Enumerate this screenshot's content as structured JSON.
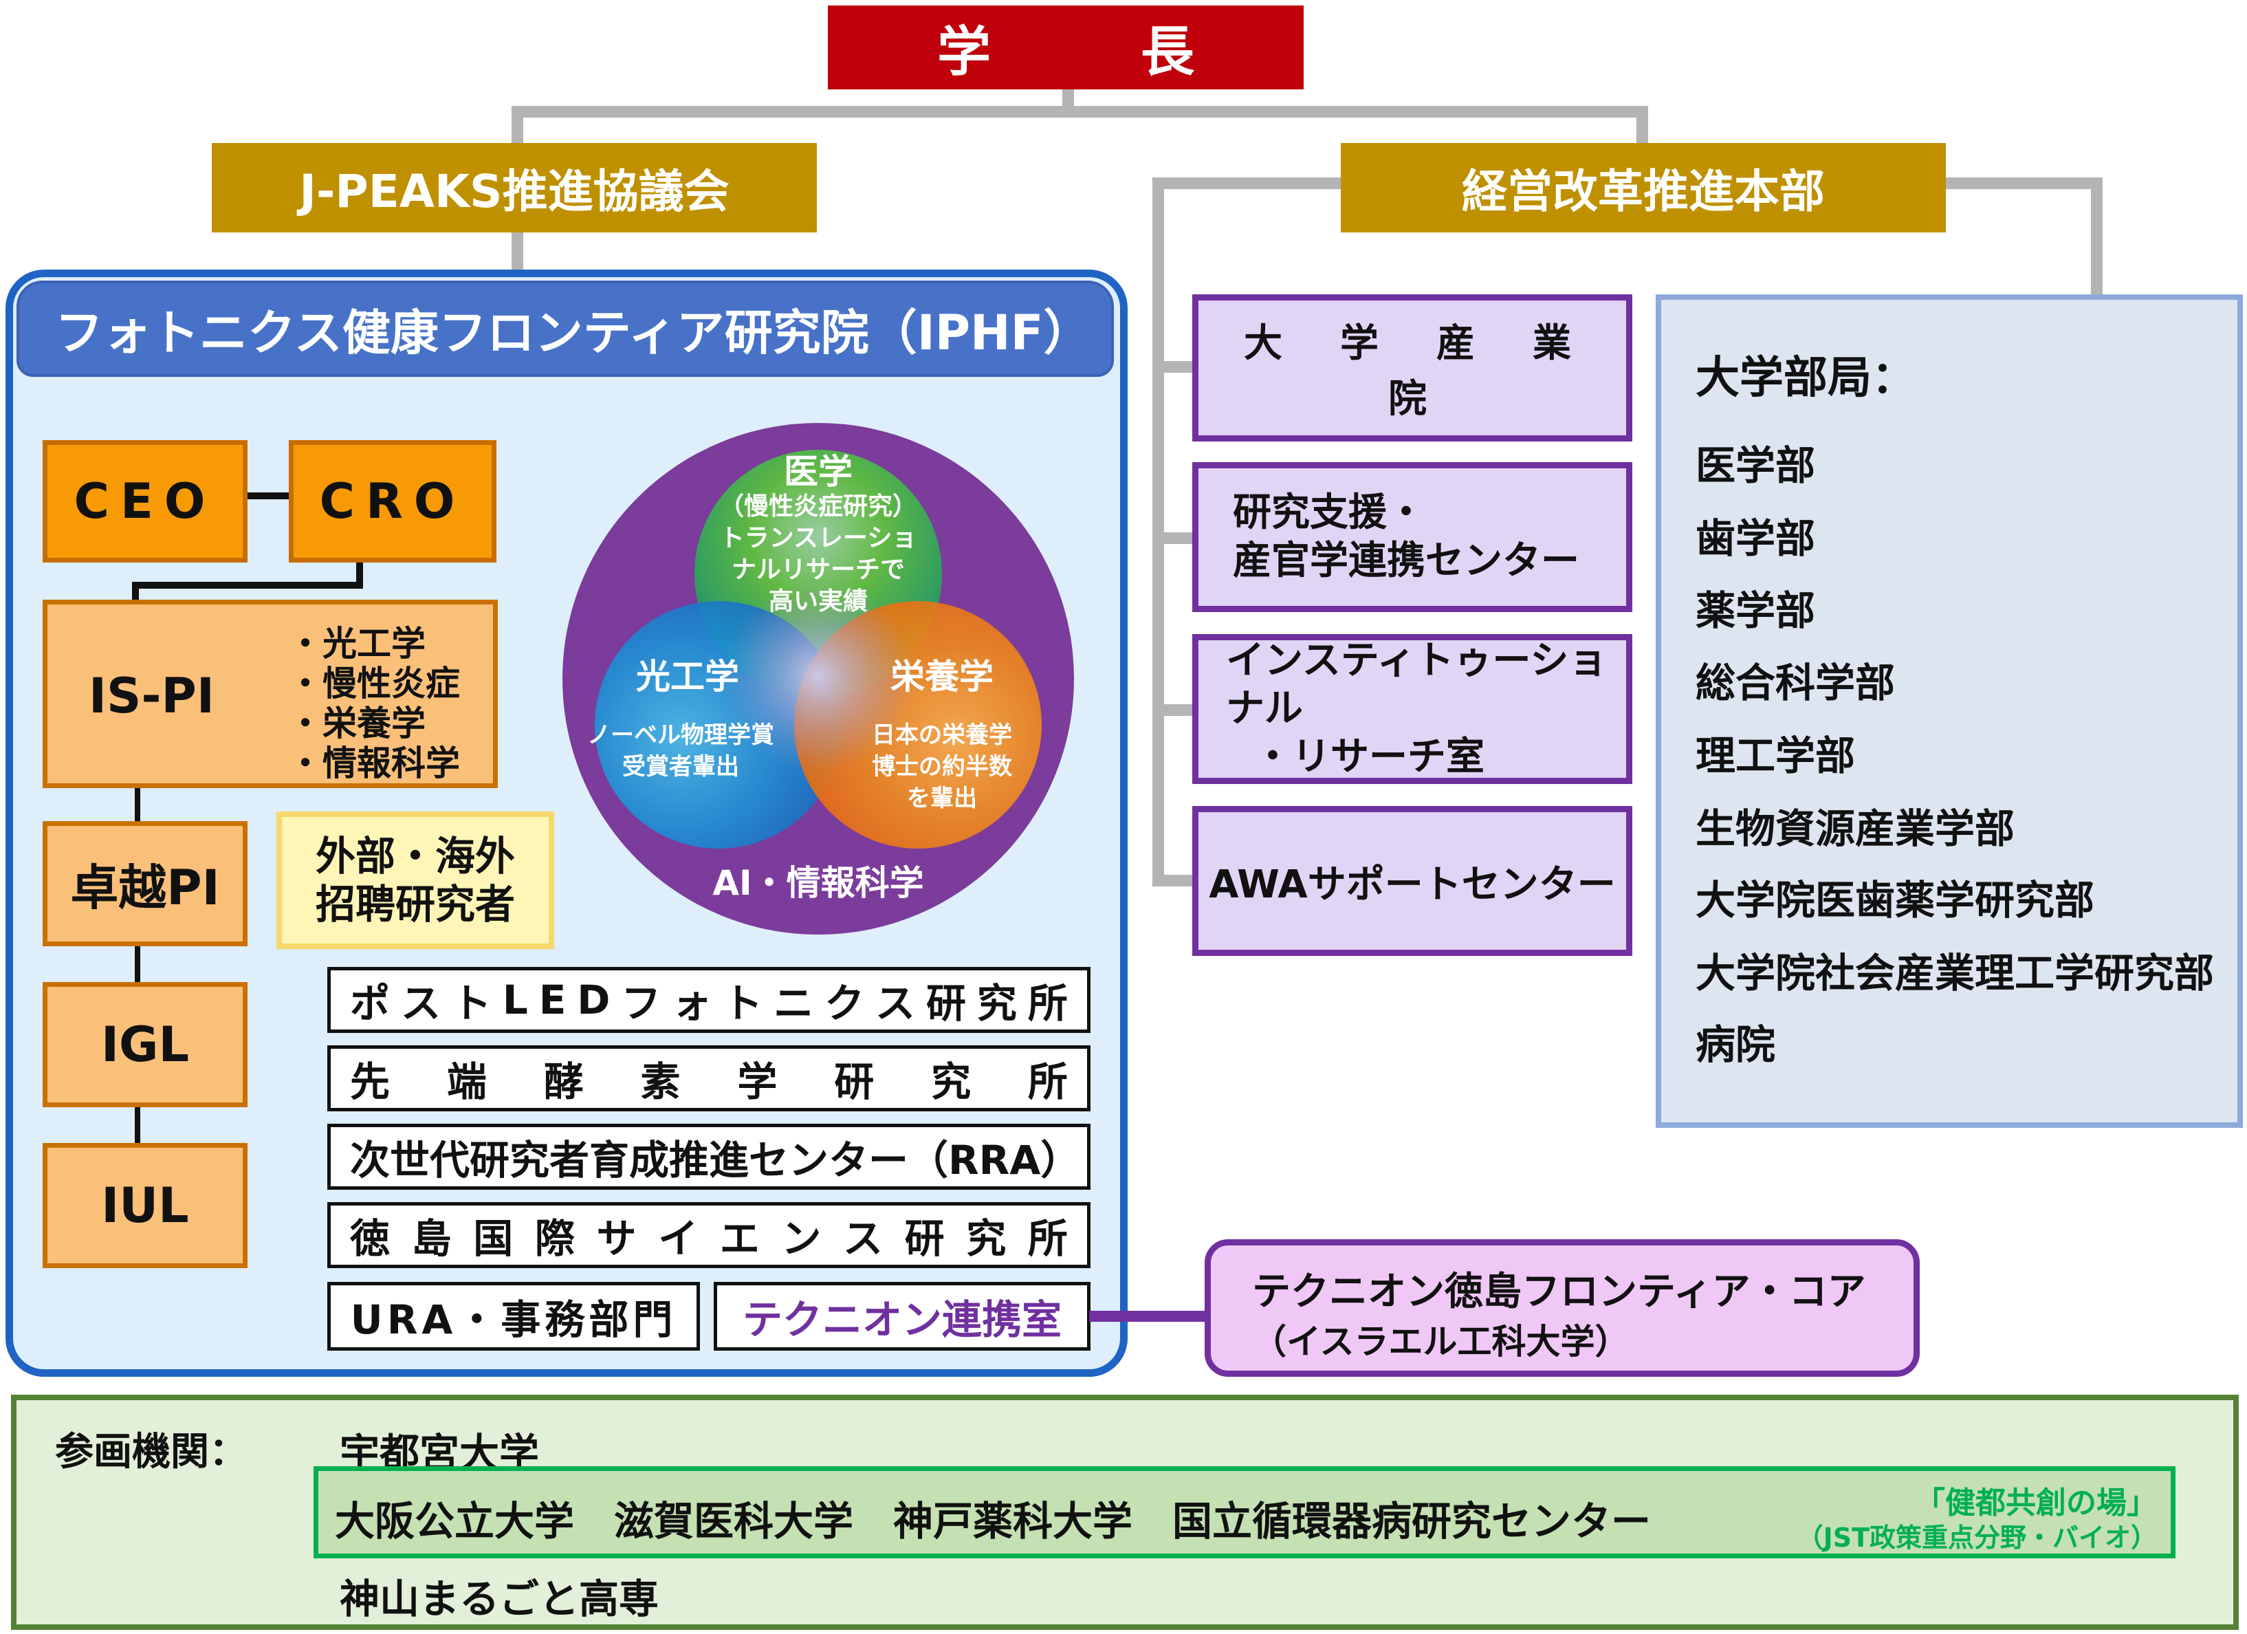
{
  "president": "学　長",
  "councils": {
    "jpeaks": "J-PEAKS推進協議会",
    "reform": "経営改革推進本部"
  },
  "iphf": {
    "title": "フォトニクス健康フロンティア研究院（IPHF）",
    "ceo": "CEO",
    "cro": "CRO",
    "ispi": "IS-PI",
    "ispi_fields": [
      "・光工学",
      "・慢性炎症",
      "・栄養学",
      "・情報科学"
    ],
    "excellent_pi": "卓越PI",
    "igl": "IGL",
    "iul": "IUL",
    "invited": [
      "外部・海外",
      "招聘研究者"
    ],
    "venn": {
      "top_title": "医学",
      "top_text": [
        "（慢性炎症研究）",
        "トランスレーショ",
        "ナルリサーチで",
        "高い実績"
      ],
      "left_title": "光工学",
      "left_text": [
        "ノーベル物理学賞",
        "受賞者輩出"
      ],
      "right_title": "栄養学",
      "right_text": [
        "日本の栄養学",
        "博士の約半数",
        "を輩出"
      ],
      "bottom_title": "AI・情報科学"
    },
    "institutes": [
      [
        "ポ",
        "ス",
        "ト",
        "L",
        "E",
        "D",
        "フ",
        "ォ",
        "ト",
        "ニ",
        "ク",
        "ス",
        "研",
        "究",
        "所"
      ],
      [
        "先",
        "端",
        "酵",
        "素",
        "学",
        "研",
        "究",
        "所"
      ],
      [
        "次世代研究者育成推進センター（RRA）"
      ],
      [
        "徳",
        "島",
        "国",
        "際",
        "サ",
        "イ",
        "エ",
        "ン",
        "ス",
        "研",
        "究",
        "所"
      ]
    ],
    "ura": "URA・事務部門",
    "technion_office": "テクニオン連携室"
  },
  "university_units": [
    {
      "lines": [
        "大　学　産　業　院"
      ]
    },
    {
      "lines": [
        "研究支援・",
        "産官学連携センター"
      ]
    },
    {
      "lines": [
        "インスティトゥーショナル",
        "・リサーチ室"
      ]
    },
    {
      "lines": [
        "AWAサポートセンター"
      ]
    }
  ],
  "faculties": {
    "title": "大学部局：",
    "items": [
      "医学部",
      "歯学部",
      "薬学部",
      "総合科学部",
      "理工学部",
      "生物資源産業学部",
      "大学院医歯薬学研究部",
      "大学院社会産業理工学研究部",
      "病院"
    ]
  },
  "technion_core": {
    "line1": "テクニオン徳島フロンティア・コア",
    "line2": "（イスラエル工科大学）"
  },
  "partners": {
    "label": "参画機関：",
    "row1": "宇都宮大学",
    "row2": "大阪公立大学　滋賀医科大学　神戸薬科大学　国立循環器病研究センター",
    "row2_note1": "「健都共創の場」",
    "row2_note2": "（JST政策重点分野・バイオ）",
    "row3": "神山まるごと高専"
  },
  "colors": {
    "president": "#c0000b",
    "council": "#bf9000",
    "iphf_border": "#1f63c4",
    "orange": "#f79a06",
    "purple": "#7030a0",
    "partner_border": "#548235"
  }
}
